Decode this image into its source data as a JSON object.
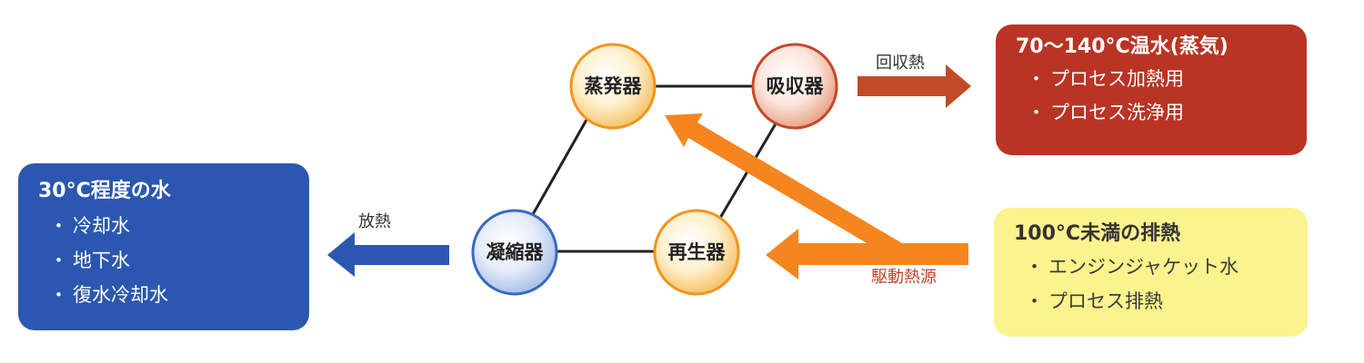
{
  "nodes": {
    "evaporator": "蒸発器",
    "absorber": "吸収器",
    "condenser": "凝縮器",
    "regenerator": "再生器"
  },
  "arrows": {
    "recovered_heat": "回収熱",
    "heat_release": "放熱",
    "driving_heat_source": "駆動熱源"
  },
  "output_box": {
    "title": "70～140°C温水(蒸気)",
    "items": [
      "プロセス加熱用",
      "プロセス洗浄用"
    ]
  },
  "input_box": {
    "title": "100°C未満の排熱",
    "items": [
      "エンジンジャケット水",
      "プロセス排熱"
    ]
  },
  "cooling_box": {
    "title": "30°C程度の水",
    "items": [
      "冷却水",
      "地下水",
      "復水冷却水"
    ]
  },
  "bullet": "・",
  "colors": {
    "hot_box": "#b93424",
    "waste_heat_box": "#fbf38c",
    "cooling_box": "#2b57b0",
    "drive_arrow": "#f5861f",
    "recover_arrow": "#c24a28",
    "release_arrow": "#2b57b0"
  }
}
